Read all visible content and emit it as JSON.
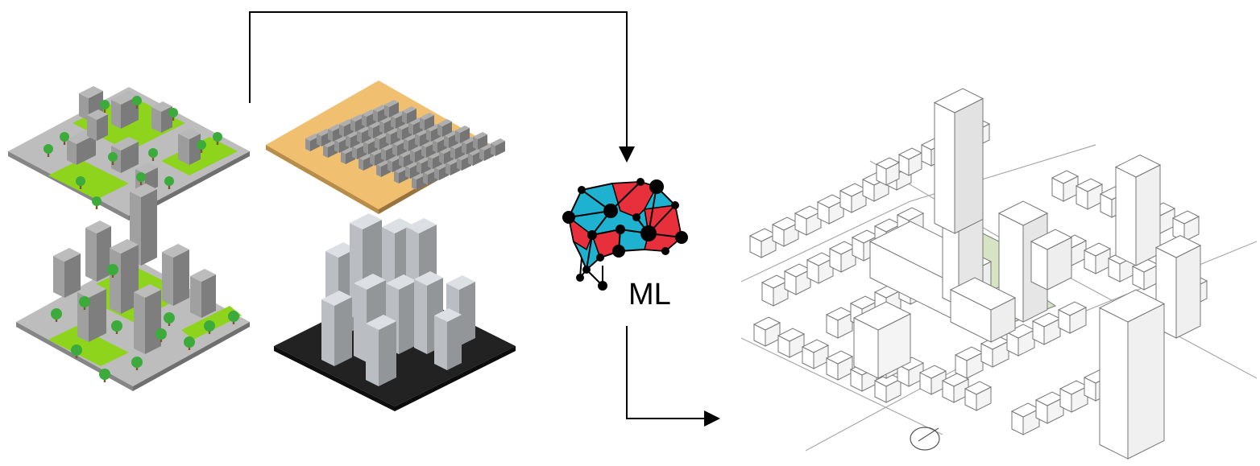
{
  "diagram": {
    "ml_label": "ML",
    "inputs": [
      {
        "name": "low-density-green-block"
      },
      {
        "name": "dense-low-rise-block"
      },
      {
        "name": "mid-rise-green-block"
      },
      {
        "name": "high-rise-block"
      }
    ],
    "output": {
      "name": "urban-massing-model"
    },
    "colors": {
      "grass": "#8fd41c",
      "pavement": "#bdbdbd",
      "sand": "#f0c070",
      "asphalt": "#222222",
      "network_blue": "#1fb2d0",
      "network_red": "#e8303c",
      "node": "#000000",
      "line": "#000000",
      "sketch_line": "#777777",
      "sketch_green": "#d6e4c4"
    }
  }
}
